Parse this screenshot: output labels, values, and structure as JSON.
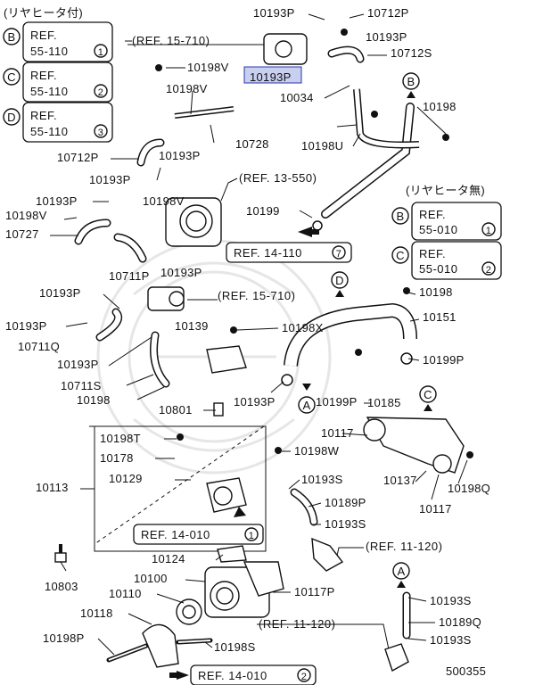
{
  "side_refs_with_heater": {
    "title": "(リヤヒータ付)",
    "items": [
      {
        "letter": "B",
        "line1": "REF.",
        "line2": "55-110",
        "num": "1"
      },
      {
        "letter": "C",
        "line1": "REF.",
        "line2": "55-110",
        "num": "2"
      },
      {
        "letter": "D",
        "line1": "REF.",
        "line2": "55-110",
        "num": "3"
      }
    ]
  },
  "side_refs_without_heater": {
    "title": "(リヤヒータ無)",
    "items": [
      {
        "letter": "B",
        "line1": "REF.",
        "line2": "55-010",
        "num": "1"
      },
      {
        "letter": "C",
        "line1": "REF.",
        "line2": "55-010",
        "num": "2"
      }
    ]
  },
  "ref_boxes": [
    {
      "text": "REF. 14-110",
      "num": "7"
    },
    {
      "text": "REF. 14-010",
      "num": "1"
    },
    {
      "text": "REF. 14-010",
      "num": "2"
    }
  ],
  "ref_notes": [
    "(REF. 15-710)",
    "(REF. 13-550)",
    "(REF. 15-710)",
    "(REF. 11-120)",
    "(REF. 11-120)"
  ],
  "connectors": [
    "B",
    "C",
    "D",
    "A",
    "A",
    "C",
    "B"
  ],
  "highlighted_part": "10193P",
  "part_labels": [
    "10193P",
    "10712P",
    "10193P",
    "10712S",
    "10198V",
    "10198V",
    "10193P",
    "10034",
    "10198",
    "10198U",
    "10728",
    "10712P",
    "10193P",
    "10193P",
    "10198V",
    "10193P",
    "10198V",
    "10727",
    "10711P",
    "10193P",
    "10199",
    "10198",
    "10151",
    "10193P",
    "10193P",
    "10711Q",
    "10139",
    "10198X",
    "10193P",
    "10711S",
    "10198",
    "10199P",
    "10193P",
    "10199P",
    "10185",
    "10801",
    "10117",
    "10198T",
    "10198W",
    "10178",
    "10137",
    "10198Q",
    "10113",
    "10129",
    "10193S",
    "10189P",
    "10117",
    "10193S",
    "10803",
    "10124",
    "10100",
    "10117P",
    "10110",
    "10193S",
    "10118",
    "10189Q",
    "10198P",
    "10198S",
    "10193S"
  ],
  "diagram_id": "500355"
}
